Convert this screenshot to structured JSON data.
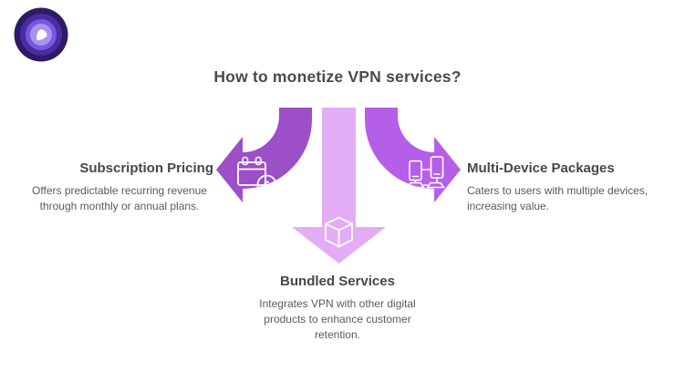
{
  "title": "How to monetize VPN services?",
  "logo": {
    "outer": "#2e1a67",
    "ring2": "#4a2da1",
    "ring3": "#7857e0",
    "ring4": "#a794ec",
    "pick": "#ffffff"
  },
  "arrows": {
    "left_color": "#9d4fc7",
    "down_color": "#e2adf5",
    "right_color": "#b55fe8",
    "badge_fill": "#9a4bc5"
  },
  "icons": {
    "left": "calendar-dollar-icon",
    "down": "cube-icon",
    "right": "multi-device-icon",
    "dollar_symbol": "$"
  },
  "branches": [
    {
      "heading": "Subscription Pricing",
      "body": "Offers predictable recurring revenue\nthrough monthly or annual plans."
    },
    {
      "heading": "Bundled Services",
      "body": "Integrates VPN with other digital\nproducts to enhance customer\nretention."
    },
    {
      "heading": "Multi-Device Packages",
      "body": "Caters to users with multiple devices,\nincreasing value."
    }
  ]
}
